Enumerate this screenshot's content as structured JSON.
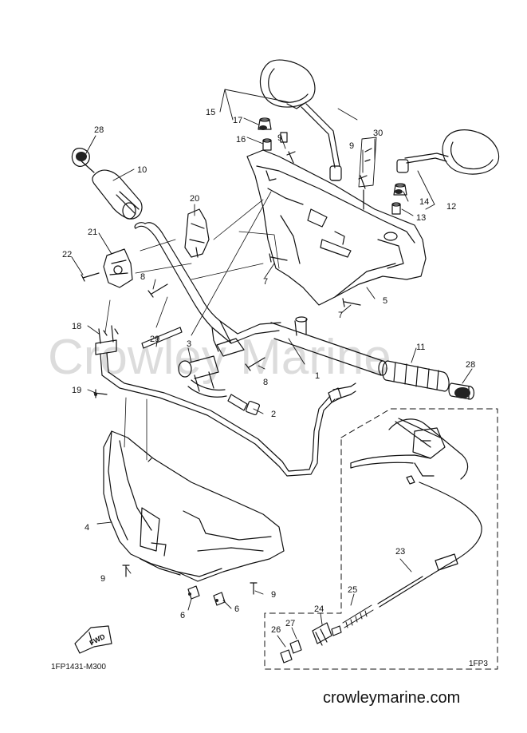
{
  "diagram": {
    "watermark": "Crowley Marine",
    "footer_url": "crowleymarine.com",
    "diagram_code": "1FP1431-M300",
    "inset_code": "1FP3",
    "fwd_label": "FWD",
    "callouts": [
      "1",
      "2",
      "3",
      "4",
      "5",
      "6",
      "6",
      "7",
      "7",
      "8",
      "8",
      "9",
      "9",
      "9",
      "9",
      "10",
      "11",
      "12",
      "13",
      "14",
      "15",
      "16",
      "17",
      "18",
      "19",
      "20",
      "21",
      "22",
      "23",
      "24",
      "25",
      "26",
      "27",
      "28",
      "28",
      "29",
      "30"
    ]
  }
}
